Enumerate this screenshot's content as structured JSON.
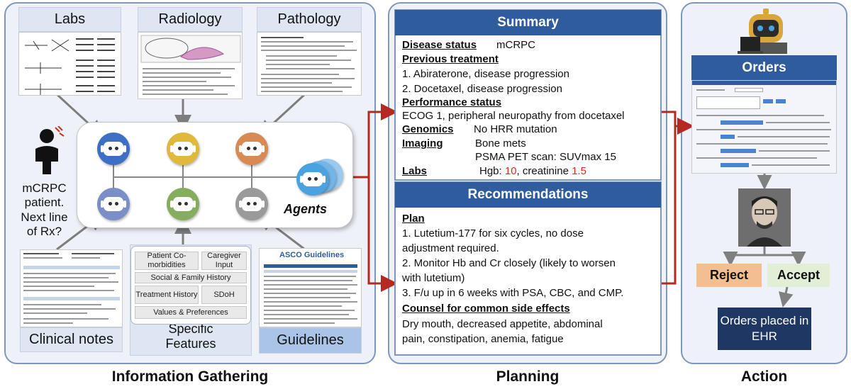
{
  "info_gathering": {
    "section_label": "Information Gathering",
    "sources_top": [
      "Labs",
      "Radiology",
      "Pathology"
    ],
    "sources_bottom": [
      "Clinical notes",
      "Patient Specific Features",
      "Guidelines"
    ],
    "guidelines_logo": "ASCO Guidelines",
    "patient_label": "mCRPC patient. Next line of Rx?",
    "agents_label": "Agents",
    "patient_features": {
      "comorbidities": "Patient Co-morbidities",
      "caregiver": "Caregiver Input",
      "social": "Social & Family History",
      "treatment": "Treatment History",
      "sdoh": "SDoH",
      "values": "Values & Preferences"
    },
    "agent_colors": [
      "#3d6fc4",
      "#e0b83c",
      "#d88a55",
      "#7a8fc6",
      "#86ad5e",
      "#9a9a9a",
      "#4aa3e0"
    ]
  },
  "planning": {
    "section_label": "Planning",
    "summary_header": "Summary",
    "disease_status_label": "Disease status",
    "disease_status_value": "mCRPC",
    "previous_treatment_label": "Previous treatment",
    "previous_treatment_items": [
      "1. Abiraterone, disease progression",
      "2. Docetaxel, disease progression"
    ],
    "performance_status_label": "Performance status",
    "performance_status_value": "ECOG 1, peripheral neuropathy  from docetaxel",
    "genomics_label": "Genomics",
    "genomics_value": "No HRR mutation",
    "imaging_label": "Imaging",
    "imaging_values": [
      "Bone mets",
      "PSMA PET scan: SUVmax 15"
    ],
    "labs_label": "Labs",
    "labs_hgb_label": "Hgb: ",
    "labs_hgb_value": "10",
    "labs_creat_label": ", creatinine ",
    "labs_creat_value": "1.5",
    "recommendations_header": "Recommendations",
    "plan_label": "Plan",
    "plan_lines": [
      "1. Lutetium-177 for six cycles,  no dose",
      "adjustment required.",
      "2. Monitor Hb and Cr closely (likely to worsen",
      "with lutetium)",
      "3. F/u up in 6 weeks with PSA, CBC, and CMP."
    ],
    "counsel_label": "Counsel for common side effects",
    "counsel_lines": [
      "Dry mouth, decreased appetite, abdominal",
      "pain, constipation, anemia, fatigue"
    ]
  },
  "action": {
    "section_label": "Action",
    "orders_header": "Orders",
    "reject_label": "Reject",
    "accept_label": "Accept",
    "ehr_lines": [
      "Orders placed in",
      "EHR"
    ]
  },
  "colors": {
    "panel_border": "#7f97bd",
    "header_blue": "#2e5c9d",
    "arrow_red": "#b42a22",
    "reject_fill": "#f4bf90",
    "accept_fill": "#e2efd6",
    "ehr_fill": "#1f3763",
    "highlight_red": "#d62b1e"
  }
}
